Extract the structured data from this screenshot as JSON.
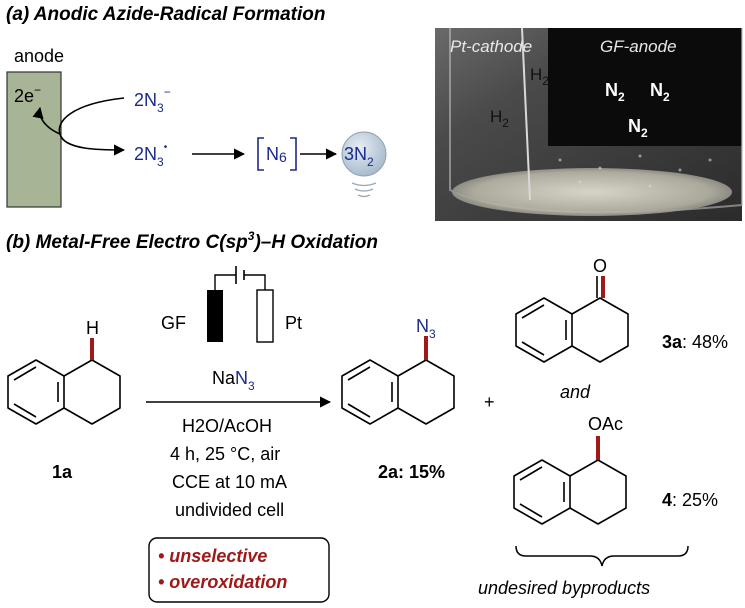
{
  "part_a": {
    "title": "(a) Anodic Azide-Radical Formation",
    "anode_label": "anode",
    "electrons": "2e",
    "electrons_sup": "−",
    "reactant_coef": "2N",
    "reactant_sub": "3",
    "reactant_sup": "−",
    "radical_coef": "2N",
    "radical_sub": "3",
    "radical_sup": "•",
    "intermediate": "N",
    "intermediate_sub": "6",
    "product_coef": "3N",
    "product_sub": "2",
    "photo": {
      "cathode_label": "Pt-cathode",
      "anode_label": "GF-anode",
      "h2_gas": "H",
      "h2_sub": "2",
      "n2_gas": "N",
      "n2_sub": "2"
    }
  },
  "part_b": {
    "title_pre": "(b) Metal-Free Electro C(sp",
    "title_sup": "3",
    "title_post": ")–H Oxidation",
    "electrode_left": "GF",
    "electrode_right": "Pt",
    "substrate_h": "H",
    "substrate_label": "1a",
    "reagent_pre": "Na",
    "reagent_n": "N",
    "reagent_sub": "3",
    "conditions": [
      "H2O/AcOH",
      "4 h, 25 °C, air",
      "CCE at 10 mA",
      "undivided cell"
    ],
    "warnings": [
      "• unselective",
      "• overoxidation"
    ],
    "azide_group": "N",
    "azide_sub": "3",
    "product_2a_label": "2a",
    "product_2a_yield": ": 15%",
    "plus": "+",
    "ketone_o": "O",
    "product_3a_label": "3a",
    "product_3a_yield": ": 48%",
    "and_text": "and",
    "acetate_group": "OAc",
    "product_4_label": "4",
    "product_4_yield": ": 25%",
    "byproducts": "undesired byproducts"
  },
  "colors": {
    "anode_fill": "#a8b496",
    "azide_blue": "#1a2a8c",
    "bond_red": "#a01919",
    "n2_bubble": "#c6d3e0"
  }
}
